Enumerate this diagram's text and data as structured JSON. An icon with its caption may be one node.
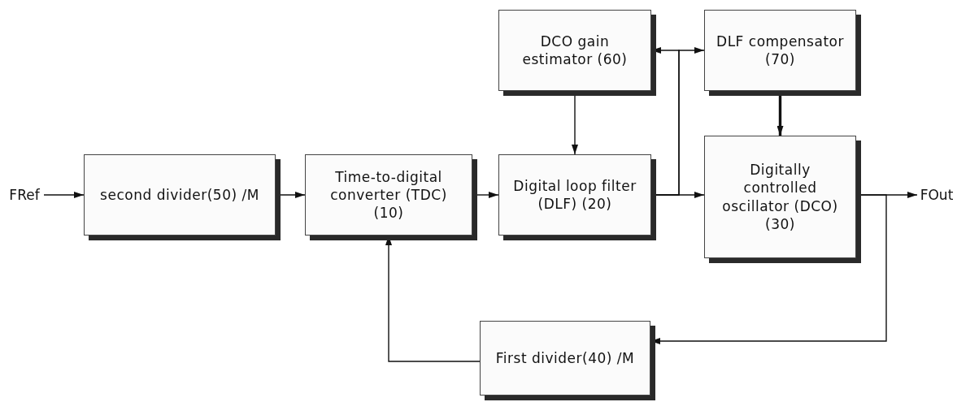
{
  "diagram": {
    "nodes": [
      {
        "text": [
          "FRef"
        ]
      },
      {
        "text": [
          "second divider(50) /M"
        ]
      },
      {
        "text": [
          "Time-to-digital converter (TDC) (10)"
        ]
      },
      {
        "text": [
          "Digital loop filter (DLF) (20)"
        ]
      },
      {
        "text": [
          "DCO gain estimator (60)"
        ]
      },
      {
        "text": [
          "DLF compensator (70)"
        ]
      },
      {
        "text": [
          "Digitally controlled oscillator (DCO) (30)"
        ]
      },
      {
        "text": [
          "FOut"
        ]
      },
      {
        "text": [
          "First divider(40) /M"
        ]
      }
    ],
    "edges": [
      {
        "from": 0,
        "to": 1,
        "arrow": "to"
      },
      {
        "from": 1,
        "to": 2,
        "arrow": "to"
      },
      {
        "from": 2,
        "to": 3,
        "arrow": "to"
      },
      {
        "from": 3,
        "to": 6,
        "arrow": "to"
      },
      {
        "from": 3,
        "to": 4,
        "arrow": "to"
      },
      {
        "from": 3,
        "to": 5,
        "arrow": "to"
      },
      {
        "from": 4,
        "to": 3,
        "arrow": "to"
      },
      {
        "from": 5,
        "to": 6,
        "arrow": "to",
        "style": "thick"
      },
      {
        "from": 6,
        "to": 7,
        "arrow": "to"
      },
      {
        "from": 6,
        "to": 8,
        "arrow": "to"
      },
      {
        "from": 8,
        "to": 2,
        "arrow": "to"
      }
    ]
  }
}
